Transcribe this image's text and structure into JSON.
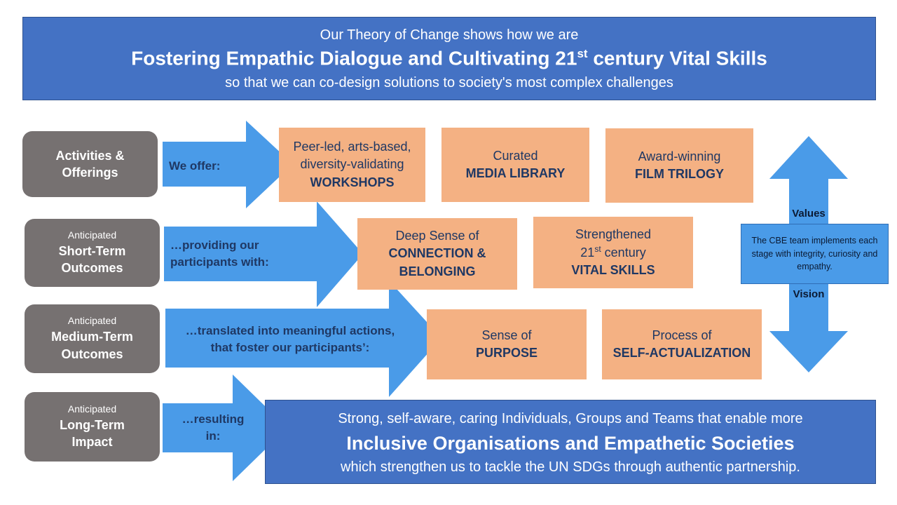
{
  "colors": {
    "header_blue": "#4472c4",
    "arrow_blue": "#4a9be8",
    "orange_box": "#f4b183",
    "label_grey": "#767171",
    "dark_navy_text": "#1f3864"
  },
  "header": {
    "line1": "Our Theory of Change shows how we are",
    "line2_before": "Fostering Empathic Dialogue and Cultivating 21",
    "line2_sup": "st",
    "line2_after": " century Vital Skills",
    "line3": "so that we can co-design solutions to society's most complex challenges"
  },
  "rows": [
    {
      "label_small": "",
      "label_line1": "Activities &",
      "label_line2": "Offerings",
      "arrow_text": "We offer:"
    },
    {
      "label_small": "Anticipated",
      "label_line1": "Short-Term",
      "label_line2": "Outcomes",
      "arrow_line1": "…providing our",
      "arrow_line2": "participants with:"
    },
    {
      "label_small": "Anticipated",
      "label_line1": "Medium-Term",
      "label_line2": "Outcomes",
      "arrow_line1": "…translated into meaningful actions,",
      "arrow_line2": "that foster our participants’:"
    },
    {
      "label_small": "Anticipated",
      "label_line1": "Long-Term",
      "label_line2": "Impact",
      "arrow_line1": "…resulting",
      "arrow_line2": "in:"
    }
  ],
  "boxes": {
    "workshops": {
      "line1": "Peer-led, arts-based,",
      "line2": "diversity-validating",
      "bold": "WORKSHOPS"
    },
    "media": {
      "line1": "Curated",
      "bold": "MEDIA LIBRARY"
    },
    "film": {
      "line1": "Award-winning",
      "bold": "FILM TRILOGY"
    },
    "connection": {
      "line1": "Deep Sense of",
      "bold1": "CONNECTION &",
      "bold2": "BELONGING"
    },
    "skills": {
      "line1": "Strengthened",
      "line2_before": "21",
      "line2_sup": "st",
      "line2_after": " century",
      "bold": "VITAL SKILLS"
    },
    "purpose": {
      "line1": "Sense of",
      "bold": "PURPOSE"
    },
    "self": {
      "line1": "Process of",
      "bold": "SELF-ACTUALIZATION"
    }
  },
  "values_vision": {
    "top_label": "Values",
    "bottom_label": "Vision",
    "center_text": "The CBE team implements each stage with integrity, curiosity and empathy."
  },
  "impact": {
    "line1": "Strong, self-aware, caring Individuals, Groups and Teams that enable more",
    "line2": "Inclusive Organisations and Empathetic Societies",
    "line3": "which strengthen us to tackle the UN SDGs through authentic partnership."
  }
}
